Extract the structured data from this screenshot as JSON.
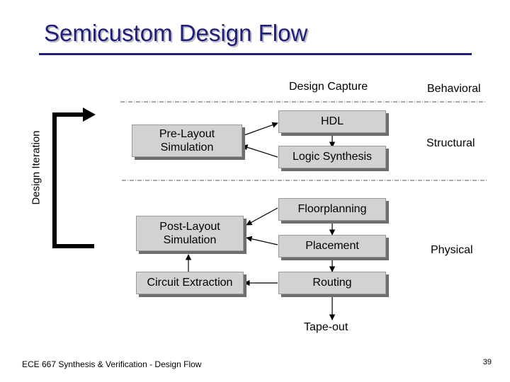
{
  "title": "Semicustom Design Flow",
  "side_label": "Design Iteration",
  "column_header": "Design Capture",
  "levels": {
    "behavioral": "Behavioral",
    "structural": "Structural",
    "physical": "Physical"
  },
  "boxes": {
    "hdl": "HDL",
    "logic_synthesis": "Logic Synthesis",
    "floorplanning": "Floorplanning",
    "placement": "Placement",
    "routing": "Routing",
    "pre_layout_sim": "Pre-Layout Simulation",
    "post_layout_sim": "Post-Layout Simulation",
    "circuit_extraction": "Circuit Extraction"
  },
  "tape_out": "Tape-out",
  "footer": "ECE 667 Synthesis & Verification - Design Flow",
  "page_number": "39",
  "colors": {
    "title": "#1f1f7a",
    "box_fill": "#d2d2d2",
    "box_shadow": "#6e6e6e"
  }
}
